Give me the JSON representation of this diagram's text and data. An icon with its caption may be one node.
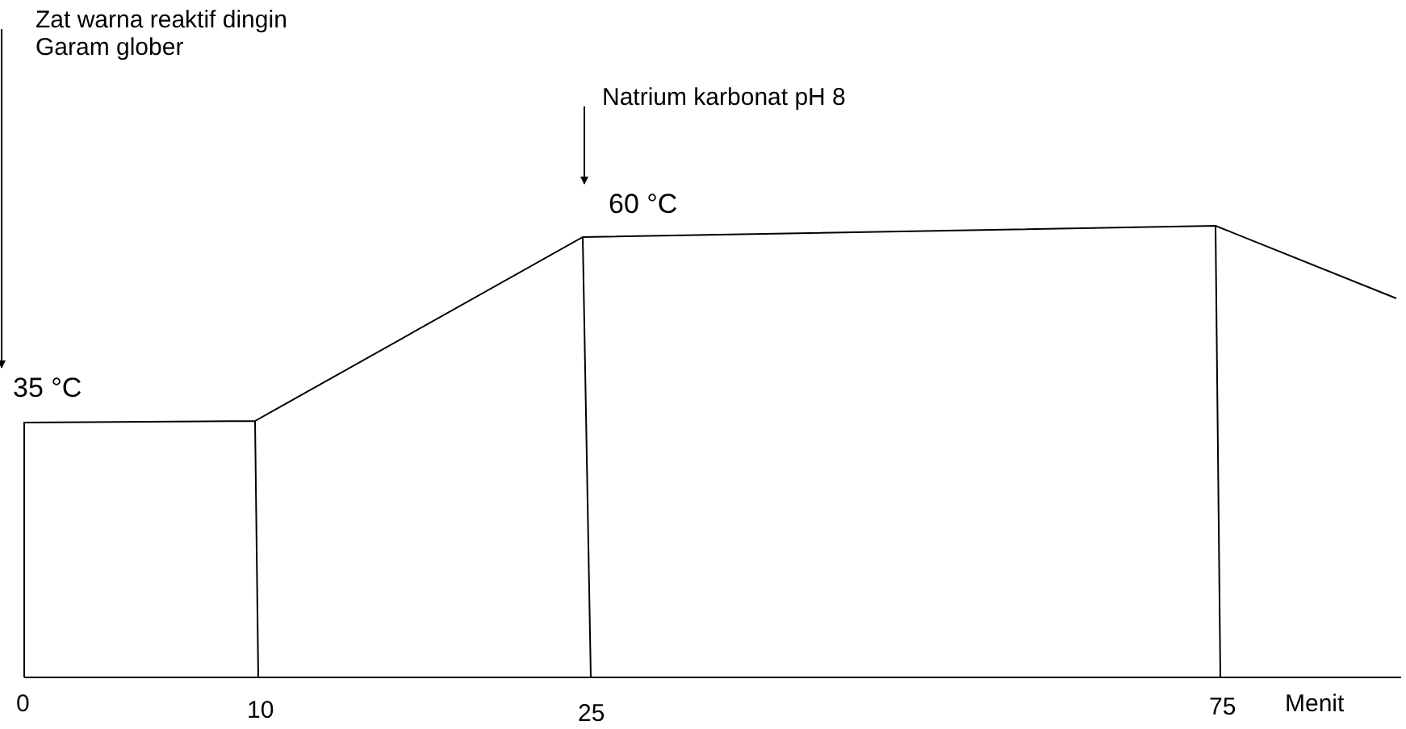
{
  "diagram": {
    "nodes": [
      {
        "text": [
          "Zat warna reaktif dingin",
          "Garam glober"
        ]
      },
      {
        "text": [
          "35 °C"
        ]
      },
      {
        "text": [
          "Natrium karbonat pH 8"
        ]
      },
      {
        "text": [
          "60 °C"
        ]
      }
    ],
    "edges": [
      {
        "from": 0,
        "to": 1,
        "arrow": "to"
      },
      {
        "from": 2,
        "to": 3,
        "arrow": "to"
      }
    ],
    "labels": [
      "0",
      "10",
      "25",
      "75",
      "Menit"
    ]
  }
}
